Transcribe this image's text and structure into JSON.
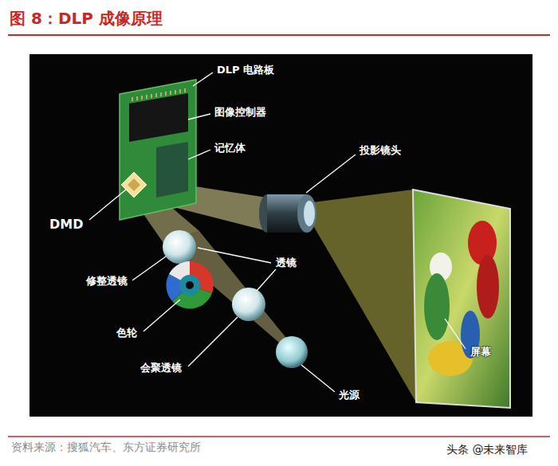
{
  "diagram": {
    "title": "图 8：DLP 成像原理",
    "caption": "资料来源：搜狐汽车、东方证券研究所",
    "labels": [
      "DLP 电路板",
      "图像控制器",
      "记忆体",
      "投影镜头",
      "DMD",
      "透镜",
      "修整透镜",
      "色轮",
      "会聚透镜",
      "屏幕",
      "光源",
      "头条 @未来智库"
    ]
  }
}
